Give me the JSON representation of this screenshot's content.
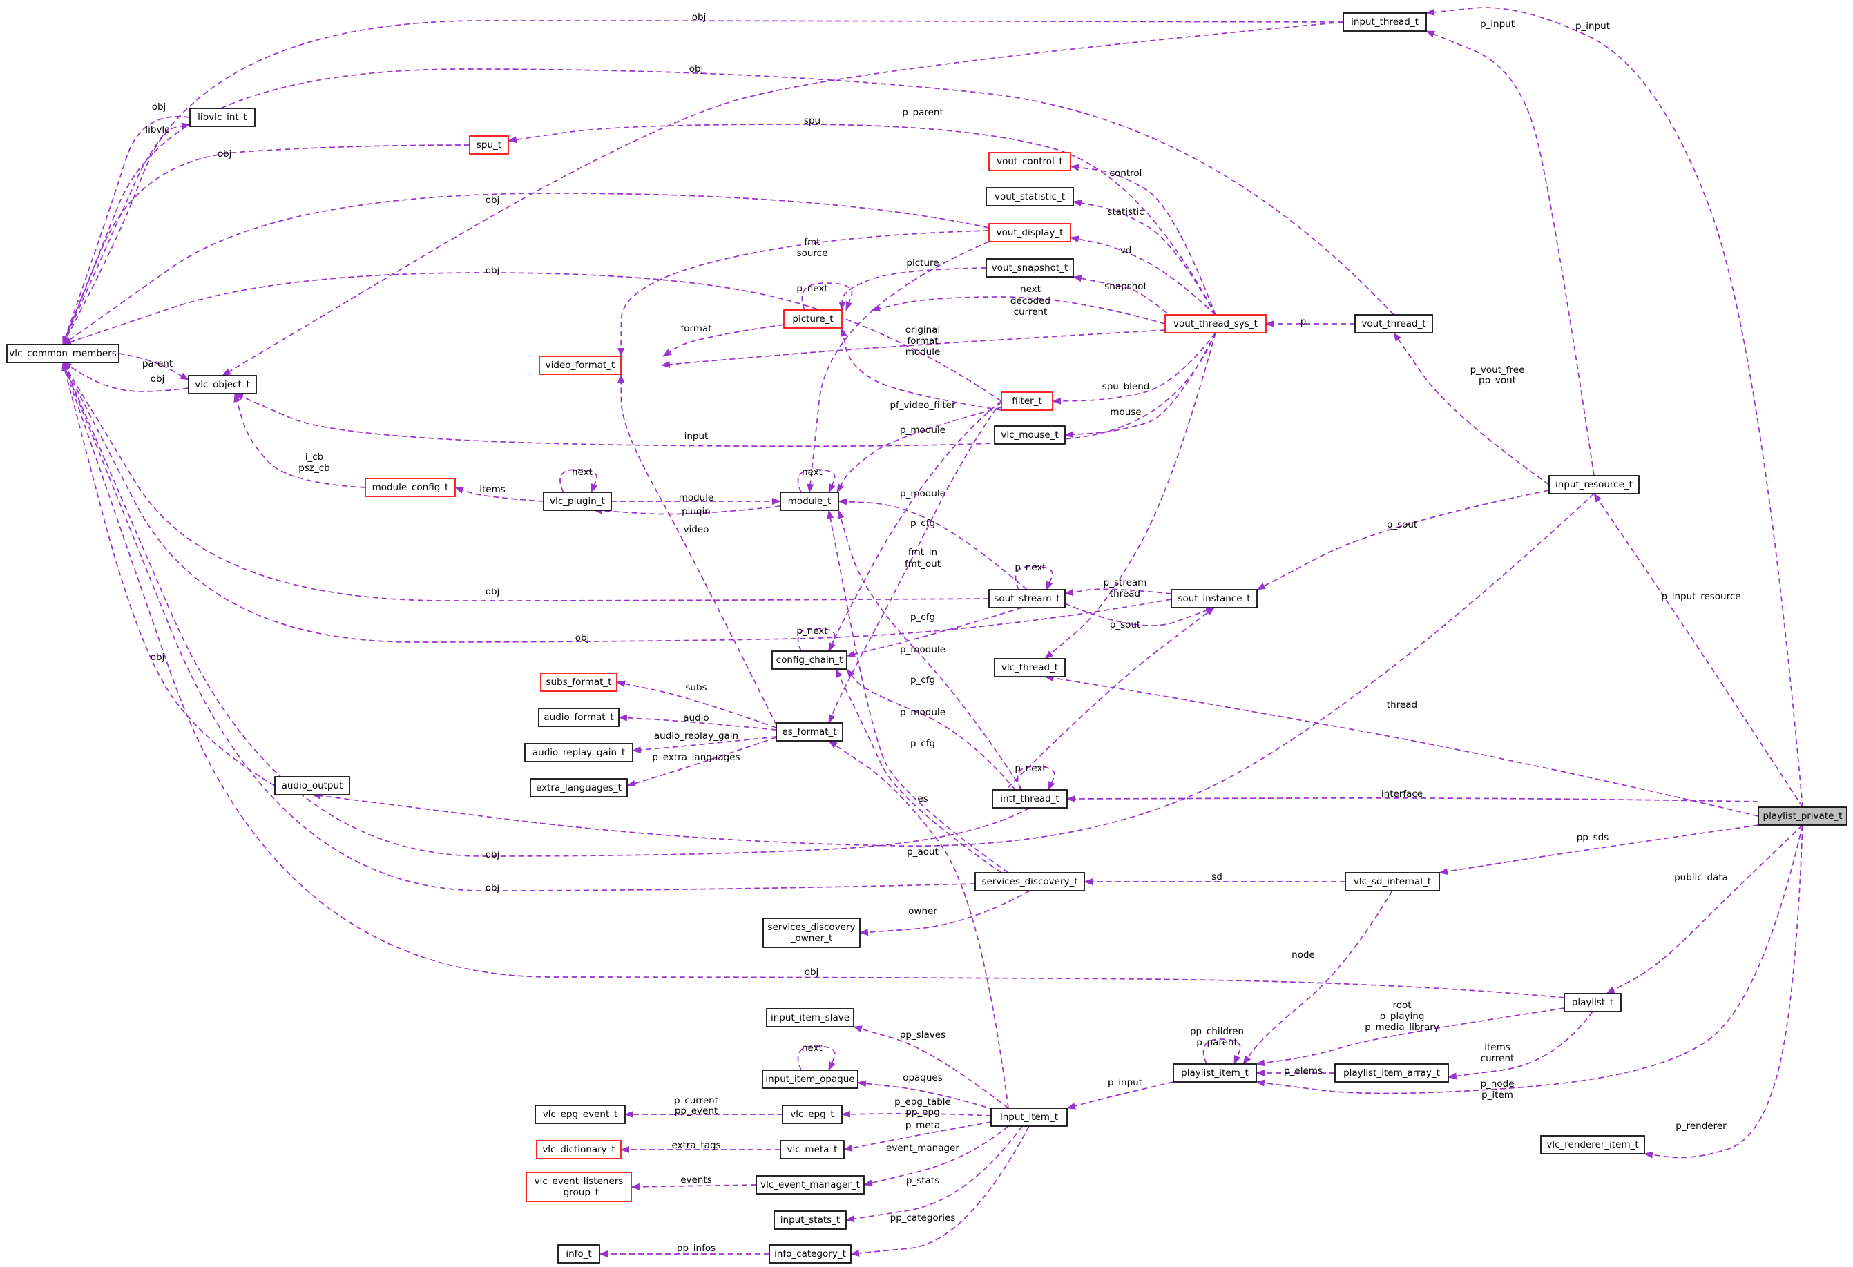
{
  "colors": {
    "edge": "#9a32cd",
    "node_border": "#000000",
    "node_border_undocumented": "#ff0000",
    "highlight_fill": "#bfbfbf",
    "background": "#ffffff"
  },
  "nodes": [
    {
      "id": "vlc_common_members",
      "lines": [
        "vlc_common_members"
      ]
    },
    {
      "id": "vlc_object_t",
      "lines": [
        "vlc_object_t"
      ]
    },
    {
      "id": "libvlc_int_t",
      "lines": [
        "libvlc_int_t"
      ]
    },
    {
      "id": "spu_t",
      "lines": [
        "spu_t"
      ],
      "red": true
    },
    {
      "id": "module_config_t",
      "lines": [
        "module_config_t"
      ],
      "red": true
    },
    {
      "id": "vlc_plugin_t",
      "lines": [
        "vlc_plugin_t"
      ]
    },
    {
      "id": "module_t",
      "lines": [
        "module_t"
      ]
    },
    {
      "id": "video_format_t",
      "lines": [
        "video_format_t"
      ],
      "red": true
    },
    {
      "id": "picture_t",
      "lines": [
        "picture_t"
      ],
      "red": true
    },
    {
      "id": "vout_control_t",
      "lines": [
        "vout_control_t"
      ],
      "red": true
    },
    {
      "id": "vout_statistic_t",
      "lines": [
        "vout_statistic_t"
      ]
    },
    {
      "id": "vout_display_t",
      "lines": [
        "vout_display_t"
      ],
      "red": true
    },
    {
      "id": "vout_snapshot_t",
      "lines": [
        "vout_snapshot_t"
      ]
    },
    {
      "id": "vout_thread_sys_t",
      "lines": [
        "vout_thread_sys_t"
      ],
      "red": true
    },
    {
      "id": "vout_thread_t",
      "lines": [
        "vout_thread_t"
      ]
    },
    {
      "id": "filter_t",
      "lines": [
        "filter_t"
      ],
      "red": true
    },
    {
      "id": "vlc_mouse_t",
      "lines": [
        "vlc_mouse_t"
      ]
    },
    {
      "id": "input_thread_t",
      "lines": [
        "input_thread_t"
      ]
    },
    {
      "id": "input_resource_t",
      "lines": [
        "input_resource_t"
      ]
    },
    {
      "id": "sout_stream_t",
      "lines": [
        "sout_stream_t"
      ]
    },
    {
      "id": "sout_instance_t",
      "lines": [
        "sout_instance_t"
      ]
    },
    {
      "id": "config_chain_t",
      "lines": [
        "config_chain_t"
      ]
    },
    {
      "id": "vlc_thread_t",
      "lines": [
        "vlc_thread_t"
      ]
    },
    {
      "id": "subs_format_t",
      "lines": [
        "subs_format_t"
      ],
      "red": true
    },
    {
      "id": "audio_format_t",
      "lines": [
        "audio_format_t"
      ]
    },
    {
      "id": "audio_replay_gain_t",
      "lines": [
        "audio_replay_gain_t"
      ]
    },
    {
      "id": "extra_languages_t",
      "lines": [
        "extra_languages_t"
      ]
    },
    {
      "id": "es_format_t",
      "lines": [
        "es_format_t"
      ]
    },
    {
      "id": "audio_output",
      "lines": [
        "audio_output"
      ]
    },
    {
      "id": "intf_thread_t",
      "lines": [
        "intf_thread_t"
      ]
    },
    {
      "id": "services_discovery_t",
      "lines": [
        "services_discovery_t"
      ]
    },
    {
      "id": "services_discovery_owner_t",
      "lines": [
        "services_discovery",
        "_owner_t"
      ]
    },
    {
      "id": "vlc_sd_internal_t",
      "lines": [
        "vlc_sd_internal_t"
      ]
    },
    {
      "id": "playlist_private_t",
      "lines": [
        "playlist_private_t"
      ],
      "highlight": true
    },
    {
      "id": "playlist_t",
      "lines": [
        "playlist_t"
      ]
    },
    {
      "id": "playlist_item_t",
      "lines": [
        "playlist_item_t"
      ]
    },
    {
      "id": "playlist_item_array_t",
      "lines": [
        "playlist_item_array_t"
      ]
    },
    {
      "id": "input_item_slave",
      "lines": [
        "input_item_slave"
      ]
    },
    {
      "id": "input_item_opaque",
      "lines": [
        "input_item_opaque"
      ]
    },
    {
      "id": "vlc_epg_event_t",
      "lines": [
        "vlc_epg_event_t"
      ]
    },
    {
      "id": "vlc_epg_t",
      "lines": [
        "vlc_epg_t"
      ]
    },
    {
      "id": "vlc_dictionary_t",
      "lines": [
        "vlc_dictionary_t"
      ],
      "red": true
    },
    {
      "id": "vlc_meta_t",
      "lines": [
        "vlc_meta_t"
      ]
    },
    {
      "id": "vlc_event_listeners_group_t",
      "lines": [
        "vlc_event_listeners",
        "_group_t"
      ],
      "red": true
    },
    {
      "id": "vlc_event_manager_t",
      "lines": [
        "vlc_event_manager_t"
      ]
    },
    {
      "id": "input_stats_t",
      "lines": [
        "input_stats_t"
      ]
    },
    {
      "id": "info_t",
      "lines": [
        "info_t"
      ]
    },
    {
      "id": "info_category_t",
      "lines": [
        "info_category_t"
      ]
    },
    {
      "id": "input_item_t",
      "lines": [
        "input_item_t"
      ]
    },
    {
      "id": "vlc_renderer_item_t",
      "lines": [
        "vlc_renderer_item_t"
      ]
    }
  ],
  "edges": [
    {
      "from": "input_thread_t",
      "to": "vlc_common_members",
      "labels": [
        "obj"
      ]
    },
    {
      "from": "vout_thread_t",
      "to": "vlc_common_members",
      "labels": [
        "obj"
      ]
    },
    {
      "from": "libvlc_int_t",
      "to": "vlc_common_members",
      "labels": [
        "obj"
      ]
    },
    {
      "from": "vlc_common_members",
      "to": "libvlc_int_t",
      "labels": [
        "libvlc"
      ]
    },
    {
      "from": "spu_t",
      "to": "vlc_common_members",
      "labels": [
        "obj"
      ]
    },
    {
      "from": "vout_display_t",
      "to": "vlc_common_members",
      "labels": [
        "obj"
      ]
    },
    {
      "from": "filter_t",
      "to": "vlc_common_members",
      "labels": [
        "obj"
      ]
    },
    {
      "from": "vlc_object_t",
      "to": "vlc_common_members",
      "labels": [
        "obj"
      ]
    },
    {
      "from": "vlc_common_members",
      "to": "vlc_object_t",
      "labels": [
        "parent"
      ]
    },
    {
      "from": "sout_stream_t",
      "to": "vlc_common_members",
      "labels": [
        "obj"
      ]
    },
    {
      "from": "sout_instance_t",
      "to": "vlc_common_members",
      "labels": [
        "obj"
      ]
    },
    {
      "from": "audio_output",
      "to": "vlc_common_members",
      "labels": [
        "obj"
      ]
    },
    {
      "from": "intf_thread_t",
      "to": "vlc_common_members",
      "labels": [
        "obj"
      ]
    },
    {
      "from": "services_discovery_t",
      "to": "vlc_common_members",
      "labels": [
        "obj"
      ]
    },
    {
      "from": "playlist_t",
      "to": "vlc_common_members",
      "labels": [
        "obj"
      ]
    },
    {
      "from": "input_thread_t",
      "to": "vlc_object_t",
      "labels": [
        "p_parent"
      ]
    },
    {
      "from": "vout_thread_sys_t",
      "to": "spu_t",
      "labels": [
        "spu"
      ]
    },
    {
      "from": "vout_thread_sys_t",
      "to": "vout_control_t",
      "labels": [
        "control"
      ]
    },
    {
      "from": "vout_thread_sys_t",
      "to": "vout_statistic_t",
      "labels": [
        "statistic"
      ]
    },
    {
      "from": "vout_thread_sys_t",
      "to": "vout_display_t",
      "labels": [
        "vd"
      ]
    },
    {
      "from": "vout_thread_sys_t",
      "to": "vout_snapshot_t",
      "labels": [
        "snapshot"
      ]
    },
    {
      "from": "vout_display_t",
      "to": "video_format_t",
      "labels": [
        "fmt",
        "source"
      ]
    },
    {
      "from": "vout_snapshot_t",
      "to": "picture_t",
      "labels": [
        "picture"
      ]
    },
    {
      "from": "picture_t",
      "to": "picture_t",
      "labels": [
        "p_next"
      ],
      "self": true
    },
    {
      "from": "vout_thread_sys_t",
      "to": "picture_t",
      "labels": [
        "next",
        "decoded",
        "current"
      ]
    },
    {
      "from": "picture_t",
      "to": "video_format_t",
      "labels": [
        "format"
      ]
    },
    {
      "from": "vout_thread_sys_t",
      "to": "video_format_t",
      "labels": [
        "original",
        "format",
        "module"
      ]
    },
    {
      "from": "vout_thread_t",
      "to": "vout_thread_sys_t",
      "labels": [
        "p"
      ]
    },
    {
      "from": "vout_thread_sys_t",
      "to": "filter_t",
      "labels": [
        "spu_blend"
      ]
    },
    {
      "from": "filter_t",
      "to": "picture_t",
      "labels": [
        "pf_video_filter"
      ]
    },
    {
      "from": "vout_thread_sys_t",
      "to": "vlc_mouse_t",
      "labels": [
        "mouse"
      ]
    },
    {
      "from": "vout_thread_sys_t",
      "to": "vlc_object_t",
      "labels": [
        "input"
      ]
    },
    {
      "from": "filter_t",
      "to": "module_t",
      "labels": [
        "p_module"
      ]
    },
    {
      "from": "vout_display_t",
      "to": "module_t",
      "labels": [
        "module"
      ]
    },
    {
      "from": "module_config_t",
      "to": "vlc_object_t",
      "labels": [
        "i_cb",
        "psz_cb"
      ]
    },
    {
      "from": "vlc_plugin_t",
      "to": "module_config_t",
      "labels": [
        "items"
      ]
    },
    {
      "from": "vlc_plugin_t",
      "to": "vlc_plugin_t",
      "labels": [
        "next"
      ],
      "self": true
    },
    {
      "from": "vlc_plugin_t",
      "to": "module_t",
      "labels": [
        "module"
      ]
    },
    {
      "from": "module_t",
      "to": "vlc_plugin_t",
      "labels": [
        "plugin"
      ]
    },
    {
      "from": "module_t",
      "to": "module_t",
      "labels": [
        "next"
      ],
      "self": true
    },
    {
      "from": "sout_stream_t",
      "to": "module_t",
      "labels": [
        "p_module"
      ]
    },
    {
      "from": "es_format_t",
      "to": "video_format_t",
      "labels": [
        "video"
      ]
    },
    {
      "from": "filter_t",
      "to": "config_chain_t",
      "labels": [
        "p_cfg"
      ]
    },
    {
      "from": "filter_t",
      "to": "es_format_t",
      "labels": [
        "fmt_in",
        "fmt_out"
      ]
    },
    {
      "from": "input_resource_t",
      "to": "input_thread_t",
      "labels": [
        "p_input"
      ]
    },
    {
      "from": "input_resource_t",
      "to": "vout_thread_t",
      "labels": [
        "p_vout_free",
        "pp_vout"
      ]
    },
    {
      "from": "input_resource_t",
      "to": "sout_instance_t",
      "labels": [
        "p_sout"
      ]
    },
    {
      "from": "sout_stream_t",
      "to": "sout_stream_t",
      "labels": [
        "p_next"
      ],
      "self": true
    },
    {
      "from": "sout_instance_t",
      "to": "sout_stream_t",
      "labels": [
        "p_stream"
      ]
    },
    {
      "from": "sout_stream_t",
      "to": "sout_instance_t",
      "labels": [
        "p_sout"
      ]
    },
    {
      "from": "vout_thread_sys_t",
      "to": "vlc_thread_t",
      "labels": [
        "thread"
      ]
    },
    {
      "from": "sout_stream_t",
      "to": "config_chain_t",
      "labels": [
        "p_cfg"
      ]
    },
    {
      "from": "config_chain_t",
      "to": "config_chain_t",
      "labels": [
        "p_next"
      ],
      "self": true
    },
    {
      "from": "intf_thread_t",
      "to": "module_t",
      "labels": [
        "p_module"
      ]
    },
    {
      "from": "intf_thread_t",
      "to": "config_chain_t",
      "labels": [
        "p_cfg"
      ]
    },
    {
      "from": "es_format_t",
      "to": "subs_format_t",
      "labels": [
        "subs"
      ]
    },
    {
      "from": "es_format_t",
      "to": "audio_format_t",
      "labels": [
        "audio"
      ]
    },
    {
      "from": "es_format_t",
      "to": "audio_replay_gain_t",
      "labels": [
        "audio_replay_gain"
      ]
    },
    {
      "from": "es_format_t",
      "to": "extra_languages_t",
      "labels": [
        "p_extra_languages"
      ]
    },
    {
      "from": "services_discovery_t",
      "to": "module_t",
      "labels": [
        "p_module"
      ]
    },
    {
      "from": "services_discovery_t",
      "to": "config_chain_t",
      "labels": [
        "p_cfg"
      ]
    },
    {
      "from": "intf_thread_t",
      "to": "intf_thread_t",
      "labels": [
        "p_next"
      ],
      "self": true
    },
    {
      "from": "intf_thread_t",
      "to": "sout_instance_t",
      "labels": []
    },
    {
      "from": "input_item_t",
      "to": "es_format_t",
      "labels": [
        "es"
      ]
    },
    {
      "from": "input_resource_t",
      "to": "audio_output",
      "labels": [
        "p_aout"
      ]
    },
    {
      "from": "services_discovery_t",
      "to": "services_discovery_owner_t",
      "labels": [
        "owner"
      ]
    },
    {
      "from": "vlc_sd_internal_t",
      "to": "services_discovery_t",
      "labels": [
        "sd"
      ]
    },
    {
      "from": "playlist_private_t",
      "to": "input_thread_t",
      "labels": [
        "p_input"
      ]
    },
    {
      "from": "playlist_private_t",
      "to": "input_resource_t",
      "labels": [
        "p_input_resource"
      ]
    },
    {
      "from": "playlist_private_t",
      "to": "vlc_thread_t",
      "labels": [
        "thread"
      ]
    },
    {
      "from": "playlist_private_t",
      "to": "intf_thread_t",
      "labels": [
        "interface"
      ]
    },
    {
      "from": "playlist_private_t",
      "to": "vlc_sd_internal_t",
      "labels": [
        "pp_sds"
      ]
    },
    {
      "from": "playlist_private_t",
      "to": "playlist_t",
      "labels": [
        "public_data"
      ]
    },
    {
      "from": "playlist_private_t",
      "to": "playlist_item_t",
      "labels": [
        "p_node",
        "p_item"
      ]
    },
    {
      "from": "playlist_private_t",
      "to": "vlc_renderer_item_t",
      "labels": [
        "p_renderer"
      ]
    },
    {
      "from": "vlc_sd_internal_t",
      "to": "playlist_item_t",
      "labels": [
        "node"
      ]
    },
    {
      "from": "playlist_t",
      "to": "playlist_item_t",
      "labels": [
        "root",
        "p_playing",
        "p_media_library"
      ]
    },
    {
      "from": "playlist_t",
      "to": "playlist_item_array_t",
      "labels": [
        "items",
        "current"
      ]
    },
    {
      "from": "playlist_item_array_t",
      "to": "playlist_item_t",
      "labels": [
        "p_elems"
      ]
    },
    {
      "from": "playlist_item_t",
      "to": "playlist_item_t",
      "labels": [
        "pp_children",
        "p_parent"
      ],
      "self": true
    },
    {
      "from": "playlist_item_t",
      "to": "input_item_t",
      "labels": [
        "p_input"
      ]
    },
    {
      "from": "input_item_t",
      "to": "input_item_slave",
      "labels": [
        "pp_slaves"
      ]
    },
    {
      "from": "input_item_opaque",
      "to": "input_item_opaque",
      "labels": [
        "next"
      ],
      "self": true
    },
    {
      "from": "input_item_t",
      "to": "input_item_opaque",
      "labels": [
        "opaques"
      ]
    },
    {
      "from": "vlc_epg_t",
      "to": "vlc_epg_event_t",
      "labels": [
        "p_current",
        "pp_event"
      ]
    },
    {
      "from": "input_item_t",
      "to": "vlc_epg_t",
      "labels": [
        "p_epg_table",
        "pp_epg"
      ]
    },
    {
      "from": "vlc_meta_t",
      "to": "vlc_dictionary_t",
      "labels": [
        "extra_tags"
      ]
    },
    {
      "from": "input_item_t",
      "to": "vlc_meta_t",
      "labels": [
        "p_meta"
      ]
    },
    {
      "from": "vlc_event_manager_t",
      "to": "vlc_event_listeners_group_t",
      "labels": [
        "events"
      ]
    },
    {
      "from": "input_item_t",
      "to": "vlc_event_manager_t",
      "labels": [
        "event_manager"
      ]
    },
    {
      "from": "input_item_t",
      "to": "input_stats_t",
      "labels": [
        "p_stats"
      ]
    },
    {
      "from": "info_category_t",
      "to": "info_t",
      "labels": [
        "pp_infos"
      ]
    },
    {
      "from": "input_item_t",
      "to": "info_category_t",
      "labels": [
        "pp_categories"
      ]
    }
  ]
}
